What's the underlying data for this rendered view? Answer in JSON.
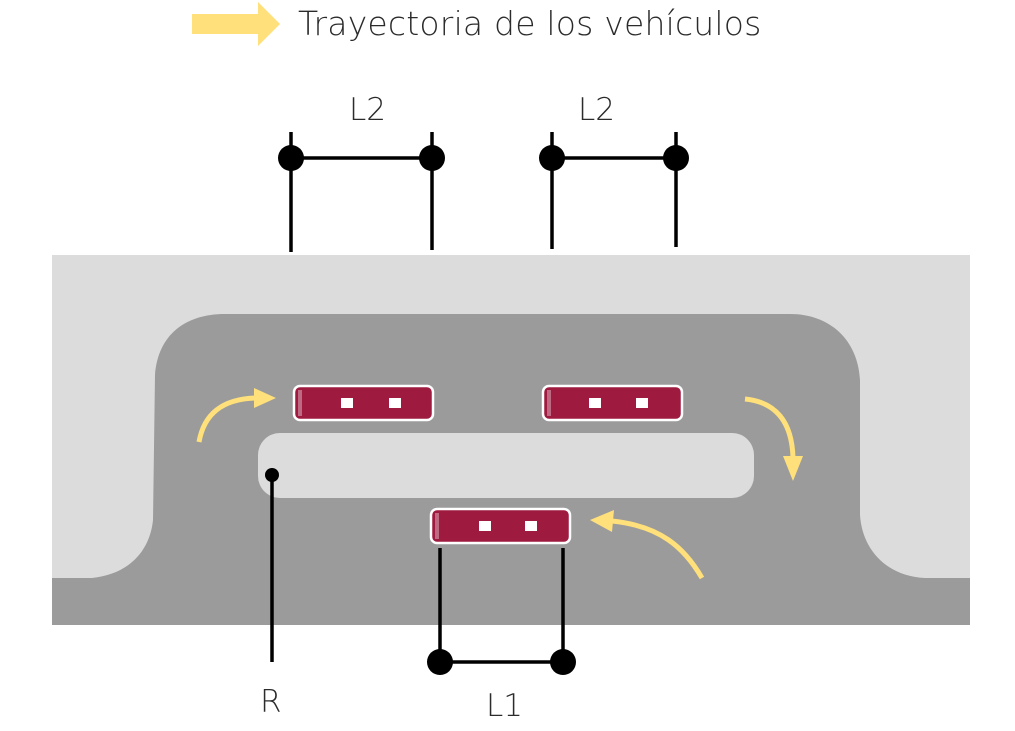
{
  "legend": {
    "arrow_icon": "yellow-arrow-icon",
    "text": "Trayectoria de los vehículos"
  },
  "labels": {
    "l2_left": "L2",
    "l2_right": "L2",
    "l1": "L1",
    "r": "R"
  },
  "colors": {
    "road": "#9b9b9c",
    "sidewalk": "#dcdcdc",
    "vehicle": "#9e1a3f",
    "trajectory": "#ffe07a",
    "line": "#000000"
  }
}
